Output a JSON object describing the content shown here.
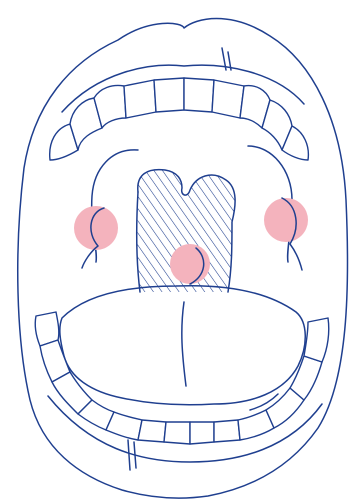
{
  "palette": {
    "line": "#1f3f8f",
    "highlight": "#f4b3bd",
    "background": "#ffffff"
  },
  "hotspots": [
    {
      "id": "left-tonsil"
    },
    {
      "id": "right-tonsil"
    },
    {
      "id": "posterior-pharynx"
    }
  ]
}
